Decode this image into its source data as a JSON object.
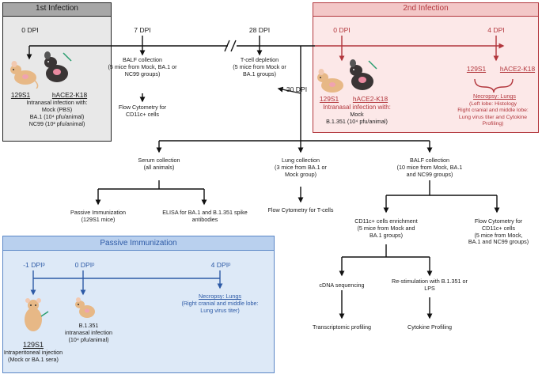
{
  "first_infection": {
    "title": "1st Infection",
    "dpi": "0 DPI",
    "strain_left": "129S1",
    "strain_right": "hACE2-K18",
    "route": "Intranasal infection with:",
    "group1": "Mock (PBS)",
    "group2": "BA.1 (10⁴ pfu/animal)",
    "group3": "NC99 (10² pfu/animal)"
  },
  "dpi7": {
    "label": "7 DPI",
    "balf": "BALF collection\n(5 mice from Mock, BA.1 or\nNC99 groups)",
    "flow": "Flow Cytometry for\nCD11c+ cells"
  },
  "dpi28": {
    "label": "28 DPI",
    "tcell": "T-cell depletion\n(5 mice from Mock or\nBA.1 groups)"
  },
  "dpi30": {
    "label": "30 DPI"
  },
  "second_infection": {
    "title": "2nd Infection",
    "dpi0": "0 DPI",
    "dpi4": "4 DPI",
    "strain_left": "129S1",
    "strain_right": "hACE2-K18",
    "route": "Intranasal infection with:",
    "group1": "Mock",
    "group2": "B.1.351 (10⁴ pfu/animal)",
    "strain_left_2": "129S1",
    "strain_right_2": "hACE2-K18",
    "necropsy": "Necropsy: Lungs",
    "detail": "(Left lobe: Histology\nRight cranial and middle lobe:\nLung virus titer and Cytokine\nProfiling)"
  },
  "serum": {
    "title": "Serum collection\n(all animals)",
    "passive": "Passive Immunization\n(129S1 mice)",
    "elisa": "ELISA for BA.1 and B.1.351 spike\nantibodies"
  },
  "lung": {
    "title": "Lung collection\n(3 mice from BA.1 or\nMock group)",
    "flow": "Flow Cytometry for T-cells"
  },
  "balf30": {
    "title": "BALF collection\n(10 mice from Mock, BA.1\nand NC99 groups)",
    "enrich": "CD11c+ cells enrichment\n(5 mice from Mock and\nBA.1 groups)",
    "flow": "Flow Cytometry for\nCD11c+ cells\n(5 mice from Mock,\nBA.1 and NC99 groups)",
    "cdna": "cDNA sequencing",
    "restim": "Re-stimulation with B.1.351 or\nLPS",
    "transcript": "Transcriptomic profiling",
    "cytokine": "Cytokine Profiling"
  },
  "passive_panel": {
    "title": "Passive Immunization",
    "dpi_m1": "-1 DPIᵖ",
    "dpi_0": "0 DPIᵖ",
    "dpi_4": "4 DPIᵖ",
    "infection": "B.1.351\nintranasal infection\n(10⁴ pfu/animal)",
    "strain": "129S1",
    "injection": "Intraperitoneal injection\n(Mock or BA.1 sera)",
    "necropsy": "Necropsy: Lungs",
    "necropsy_detail": "(Right cranial and middle lobe:\nLung virus titer)"
  },
  "colors": {
    "red_accent": "#b2363c",
    "red_fill": "#fce8e8",
    "blue_accent": "#2d5aa6",
    "blue_fill": "#dde9f7",
    "grey_fill": "#e8e8e8",
    "mouse_tan": "#e7b886",
    "mouse_dark": "#3a3535"
  }
}
